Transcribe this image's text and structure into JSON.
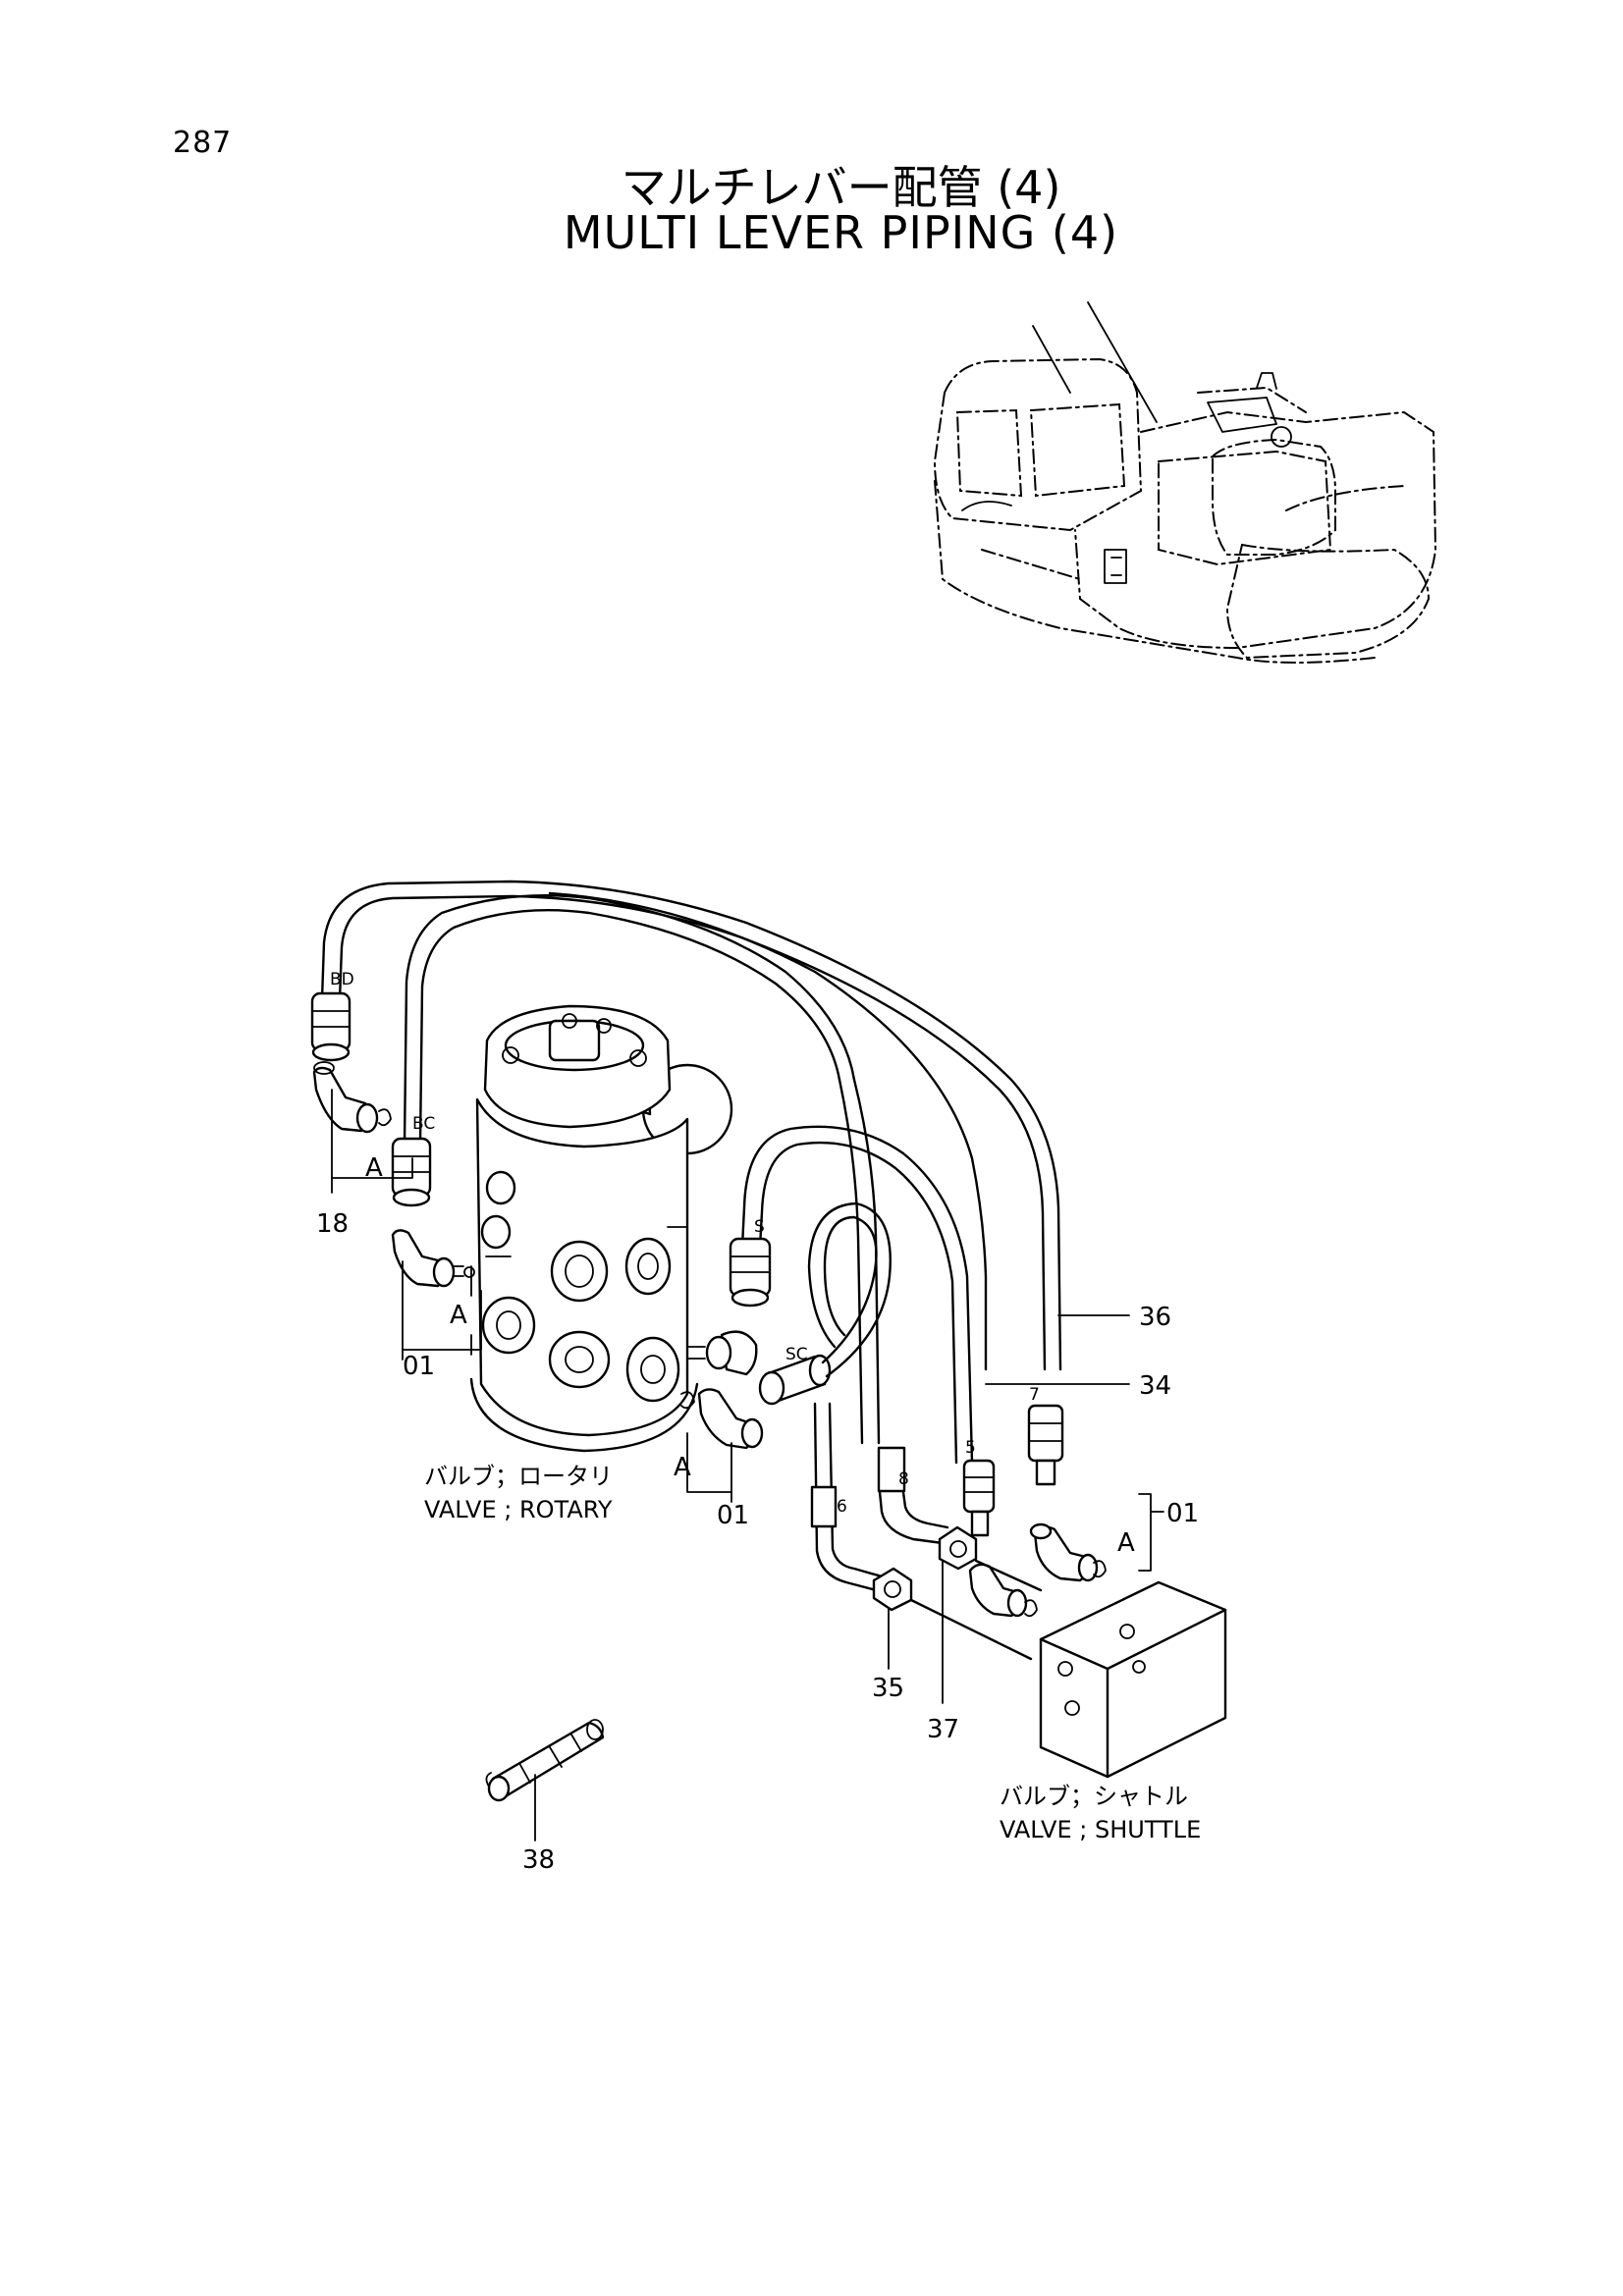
{
  "page": {
    "number": "287"
  },
  "title": {
    "japanese": "マルチレバー配管 (4)",
    "english": "MULTI LEVER PIPING (4)"
  },
  "components": {
    "rotary_valve": {
      "japanese": "バルブ；ロータリ",
      "english": "VALVE ; ROTARY"
    },
    "shuttle_valve": {
      "japanese": "バルブ；シャトル",
      "english": "VALVE ; SHUTTLE"
    }
  },
  "part_callouts": [
    "18",
    "01",
    "01",
    "01",
    "36",
    "34",
    "35",
    "37",
    "38"
  ],
  "callout_values": {
    "p18": "18",
    "p01_left": "01",
    "p01_mid": "01",
    "p01_right": "01",
    "p36": "36",
    "p34": "34",
    "p35": "35",
    "p37": "37",
    "p38": "38"
  },
  "port_labels": {
    "bd": "BD",
    "bc": "BC",
    "s": "S",
    "sc": "SC",
    "n5": "5",
    "n6": "6",
    "n7": "7",
    "n8": "8"
  },
  "detail_marks": {
    "a1": "A",
    "a2": "A",
    "a3": "A",
    "a4": "A"
  }
}
